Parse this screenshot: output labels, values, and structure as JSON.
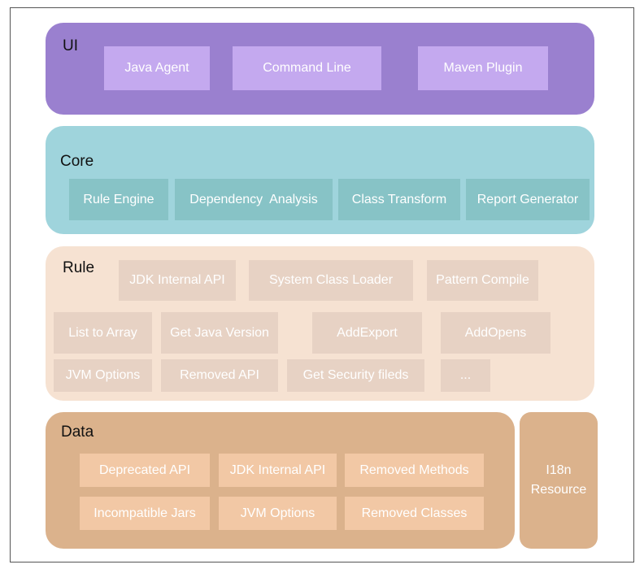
{
  "layers": {
    "ui": {
      "title": "UI",
      "items": [
        "Java Agent",
        "Command Line",
        "Maven Plugin"
      ]
    },
    "core": {
      "title": "Core",
      "items": [
        "Rule Engine",
        "Dependency  Analysis",
        "Class Transform",
        "Report Generator"
      ]
    },
    "rule": {
      "title": "Rule",
      "items": [
        "JDK Internal API",
        "System Class Loader",
        "Pattern Compile",
        "List to Array",
        "Get Java Version",
        "AddExport",
        "AddOpens",
        "JVM Options",
        "Removed API",
        "Get Security fileds",
        "..."
      ]
    },
    "data": {
      "title": "Data",
      "items": [
        "Deprecated API",
        "JDK Internal API",
        "Removed Methods",
        "Incompatible Jars",
        "JVM Options",
        "Removed Classes"
      ]
    },
    "i18n": {
      "label": "I18n\nResource"
    }
  },
  "colors": {
    "ui_layer": "#9a80cf",
    "ui_box": "#c4a9ef",
    "core_layer": "#9fd4dc",
    "core_box": "#87c3c6",
    "rule_layer": "#f6e2d2",
    "rule_box": "#e7d2c4",
    "data_layer": "#dbb28c",
    "data_box": "#f2c8a5"
  }
}
